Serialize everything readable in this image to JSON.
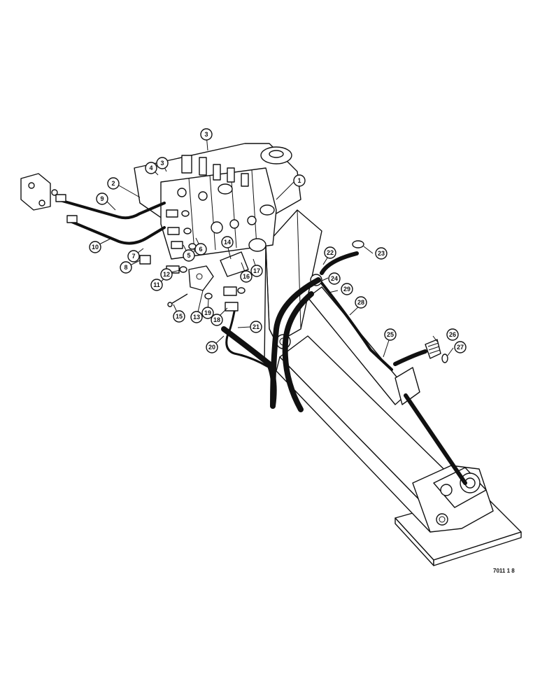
{
  "diagram": {
    "reference_code": "7011 1 8",
    "callouts": [
      {
        "id": "1",
        "label": "1"
      },
      {
        "id": "2",
        "label": "2"
      },
      {
        "id": "3a",
        "label": "3"
      },
      {
        "id": "3b",
        "label": "3"
      },
      {
        "id": "4",
        "label": "4"
      },
      {
        "id": "5",
        "label": "5"
      },
      {
        "id": "6",
        "label": "6"
      },
      {
        "id": "7",
        "label": "7"
      },
      {
        "id": "8",
        "label": "8"
      },
      {
        "id": "9",
        "label": "9"
      },
      {
        "id": "10",
        "label": "10"
      },
      {
        "id": "11",
        "label": "11"
      },
      {
        "id": "12",
        "label": "12"
      },
      {
        "id": "13",
        "label": "13"
      },
      {
        "id": "14",
        "label": "14"
      },
      {
        "id": "15",
        "label": "15"
      },
      {
        "id": "16",
        "label": "16"
      },
      {
        "id": "17",
        "label": "17"
      },
      {
        "id": "18",
        "label": "18"
      },
      {
        "id": "19",
        "label": "19"
      },
      {
        "id": "20",
        "label": "20"
      },
      {
        "id": "21",
        "label": "21"
      },
      {
        "id": "22",
        "label": "22"
      },
      {
        "id": "23",
        "label": "23"
      },
      {
        "id": "24",
        "label": "24"
      },
      {
        "id": "25",
        "label": "25"
      },
      {
        "id": "26",
        "label": "26"
      },
      {
        "id": "27",
        "label": "27"
      },
      {
        "id": "28",
        "label": "28"
      },
      {
        "id": "29",
        "label": "29"
      }
    ]
  }
}
